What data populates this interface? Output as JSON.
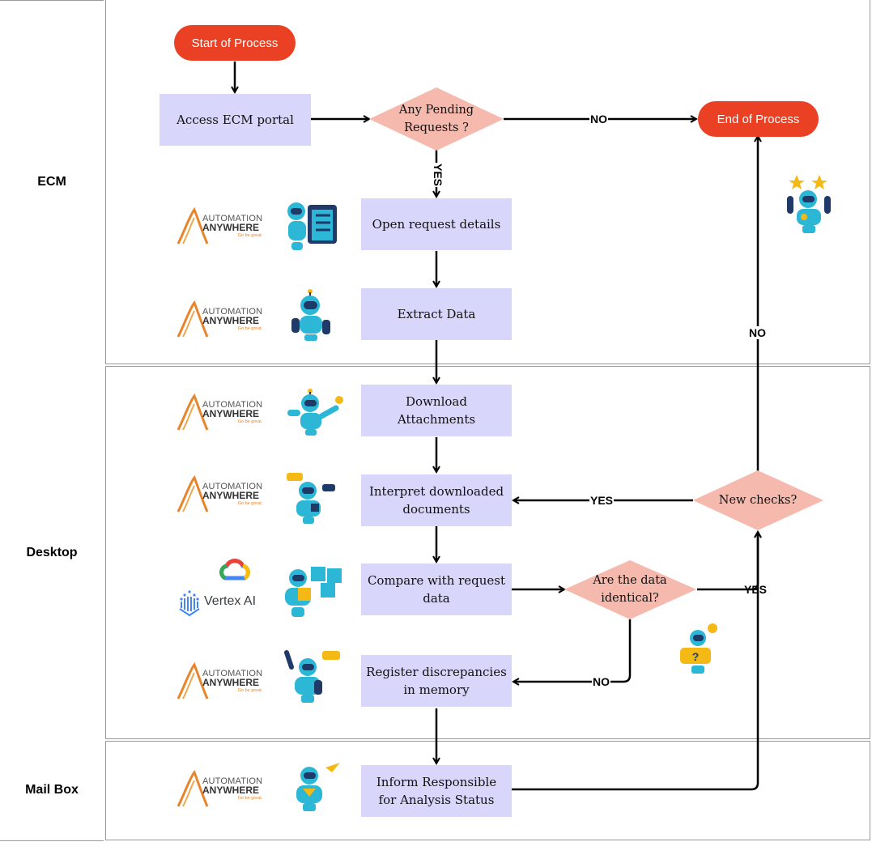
{
  "lanes": {
    "ecm": "ECM",
    "desktop": "Desktop",
    "mailbox": "Mail Box"
  },
  "nodes": {
    "start": "Start of Process",
    "access": "Access ECM portal",
    "pending": "Any Pending Requests ?",
    "end": "End of Process",
    "open": "Open request details",
    "extract": "Extract Data",
    "download": "Download Attachments",
    "interpret": "Interpret downloaded documents",
    "compare": "Compare with request data",
    "identical": "Are the data identical?",
    "newchecks": "New checks?",
    "register": "Register discrepancies in memory",
    "inform": "Inform Responsible for Analysis Status"
  },
  "edge_labels": {
    "pending_no": "NO",
    "pending_yes": "YES",
    "newchecks_no": "NO",
    "newchecks_yes": "YES",
    "identical_yes": "YES",
    "identical_no": "NO"
  },
  "logos": {
    "aa_line1": "AUTOMATION",
    "aa_line2": "ANYWHERE",
    "aa_tagline": "Go be great.",
    "vertex": "Vertex AI"
  },
  "colors": {
    "process_box": "#d9d6fb",
    "decision": "#f6b9ae",
    "terminal": "#ea4024",
    "robot_body": "#2cb7d6",
    "robot_dark": "#1f3a68",
    "accent_yellow": "#f5b915",
    "aa_orange": "#e8852b"
  }
}
